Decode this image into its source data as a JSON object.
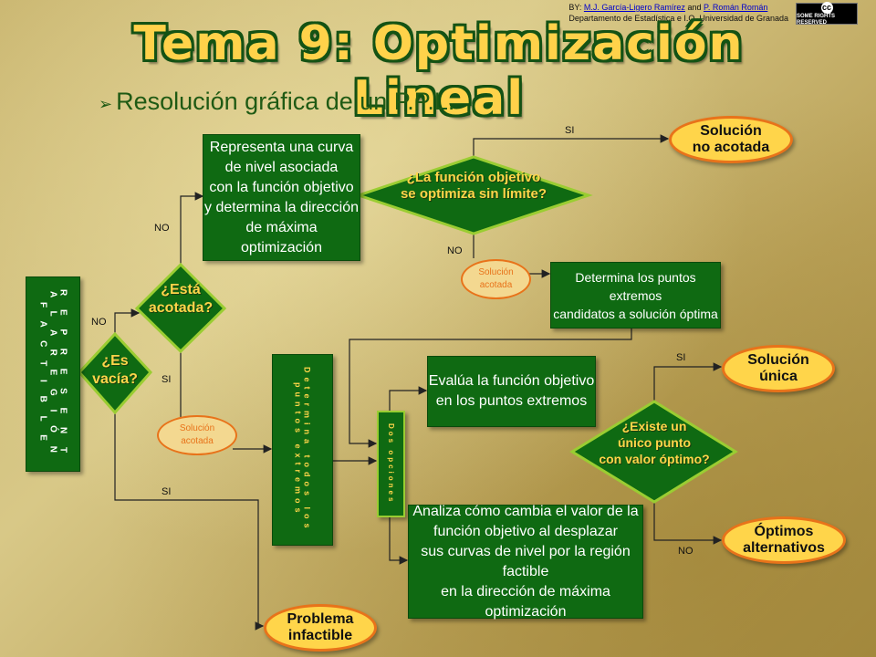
{
  "credit": {
    "by": "BY:",
    "author1": "M.J. García-Ligero Ramírez",
    "and": "and",
    "author2": "P. Román Román",
    "department": "Departamento de Estadística e I.O. Universidad de Granada"
  },
  "badge": {
    "cc": "cc",
    "text": "SOME RIGHTS RESERVED"
  },
  "title": "Tema 9: Optimización Lineal",
  "subtitle": "Resolución gráfica de un P.P.L.",
  "nodes": {
    "representa_region": "R E P R E S E N T A   L A   R E G I Ó N   F A C T I B L E",
    "es_vacia": "¿Es vacía?",
    "esta_acotada": "¿Está acotada?",
    "curva_nivel": "Representa una curva\nde nivel asociada\ncon la función objetivo\ny determina la dirección\nde máxima optimización",
    "funcion_sin_limite": "¿La función objetivo\nse optimiza sin límite?",
    "solucion_no_acotada": "Solución\nno acotada",
    "puntos_extremos": "Determina los puntos extremos\ncandidatos a solución óptima",
    "determina_todos": "Determina todos los puntos extremos",
    "dos_opciones": "Dos opciones",
    "evalua": "Evalúa la función objetivo\nen los puntos extremos",
    "analiza": "Analiza cómo cambia el valor de la\nfunción objetivo al desplazar\nsus curvas de nivel por la región factible\nen la dirección de máxima optimización",
    "unico_punto": "¿Existe un\núnico punto\ncon valor óptimo?",
    "solucion_unica": "Solución\núnica",
    "optimos_alternativos": "Óptimos\nalternativos",
    "problema_infactible": "Problema\ninfactible",
    "solucion_acotada_1": "Solución\nacotada",
    "solucion_acotada_2": "Solución\nacotada"
  },
  "labels": {
    "si": "SI",
    "no": "NO"
  },
  "colors": {
    "box_green": "#0f6a12",
    "diamond_fill": "#0f6a12",
    "diamond_border": "#9acd32",
    "oval_fill": "#ffd54a",
    "oval_border": "#e8731a",
    "title": "#ffd24a"
  }
}
